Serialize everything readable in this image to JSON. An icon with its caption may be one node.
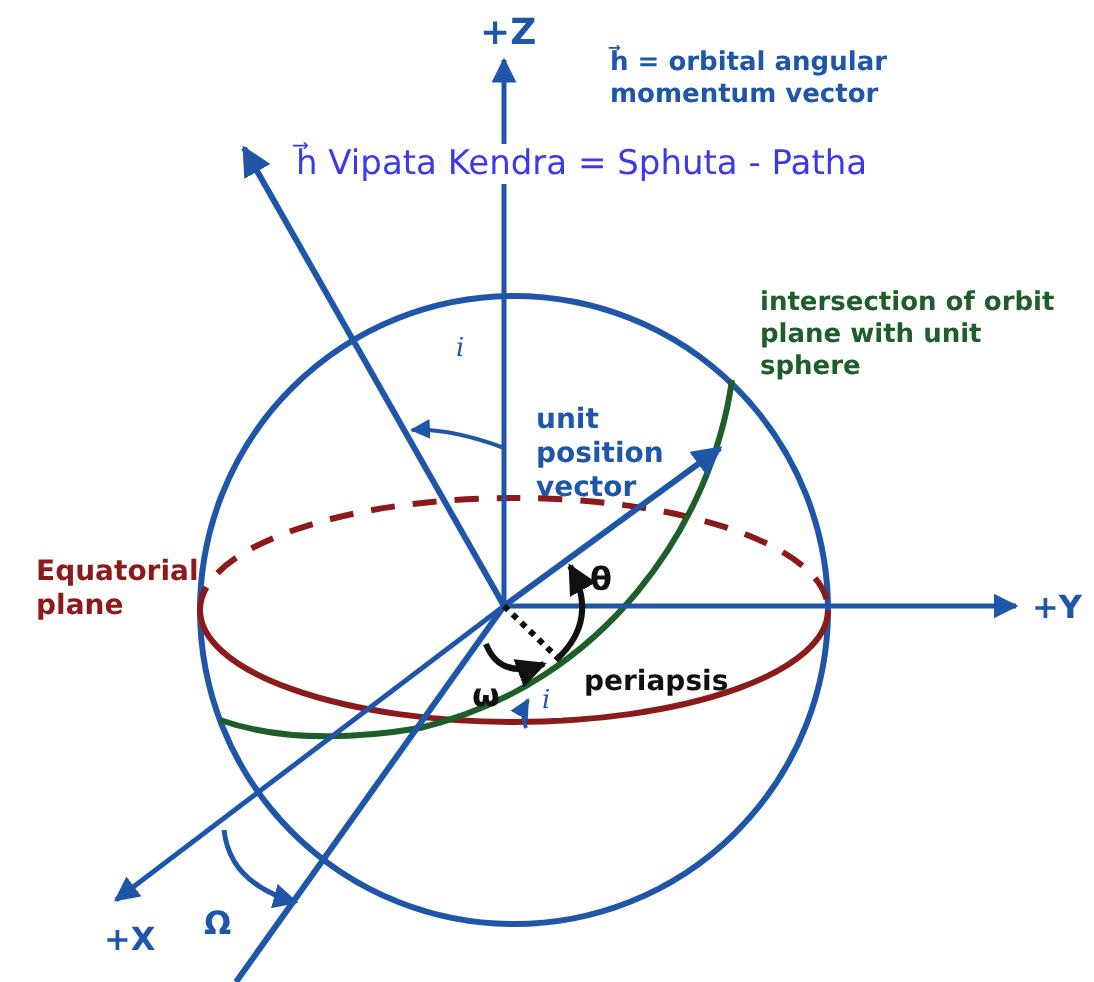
{
  "diagram": {
    "labels": [
      "+Z",
      "h⃗ = orbital angular momentum vector",
      "h⃗ Vipata Kendra = Sphuta - Patha",
      "intersection of orbit plane with unit sphere",
      "i",
      "unit position vector",
      "Equatorial plane",
      "θ",
      "+Y",
      "periapsis",
      "ω",
      "i",
      "+X",
      "Ω"
    ]
  }
}
